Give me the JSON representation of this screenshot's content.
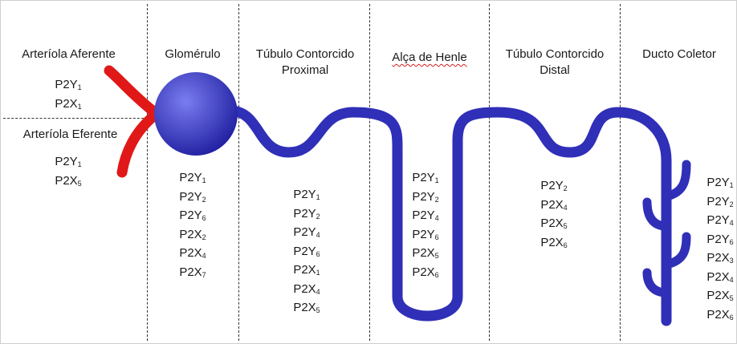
{
  "colors": {
    "tubule": "#2f2fb8",
    "glomerulus_light": "#7a7cf0",
    "glomerulus_dark": "#1f1fa0",
    "arteriole": "#e01818",
    "divider": "#333333"
  },
  "sections": [
    {
      "id": "arteriola-aferente",
      "title": "Arteríola Aferente",
      "receptors": [
        [
          "P2Y",
          "1"
        ],
        [
          "P2X",
          "1"
        ]
      ]
    },
    {
      "id": "arteriola-eferente",
      "title": "Arteríola Eferente",
      "receptors": [
        [
          "P2Y",
          "1"
        ],
        [
          "P2X",
          "5"
        ]
      ]
    },
    {
      "id": "glomerulo",
      "title": "Glomérulo",
      "receptors": [
        [
          "P2Y",
          "1"
        ],
        [
          "P2Y",
          "2"
        ],
        [
          "P2Y",
          "6"
        ],
        [
          "P2X",
          "2"
        ],
        [
          "P2X",
          "4"
        ],
        [
          "P2X",
          "7"
        ]
      ]
    },
    {
      "id": "tubulo-proximal",
      "title": "Túbulo Contorcido Proximal",
      "receptors": [
        [
          "P2Y",
          "1"
        ],
        [
          "P2Y",
          "2"
        ],
        [
          "P2Y",
          "4"
        ],
        [
          "P2Y",
          "6"
        ],
        [
          "P2X",
          "1"
        ],
        [
          "P2X",
          "4"
        ],
        [
          "P2X",
          "5"
        ]
      ]
    },
    {
      "id": "alca-henle",
      "title": "Alça de Henle",
      "receptors": [
        [
          "P2Y",
          "1"
        ],
        [
          "P2Y",
          "2"
        ],
        [
          "P2Y",
          "4"
        ],
        [
          "P2Y",
          "6"
        ],
        [
          "P2X",
          "5"
        ],
        [
          "P2X",
          "6"
        ]
      ]
    },
    {
      "id": "tubulo-distal",
      "title": "Túbulo Contorcido Distal",
      "receptors": [
        [
          "P2Y",
          "2"
        ],
        [
          "P2X",
          "4"
        ],
        [
          "P2X",
          "5"
        ],
        [
          "P2X",
          "6"
        ]
      ]
    },
    {
      "id": "ducto-coletor",
      "title": "Ducto Coletor",
      "receptors": [
        [
          "P2Y",
          "1"
        ],
        [
          "P2Y",
          "2"
        ],
        [
          "P2Y",
          "4"
        ],
        [
          "P2Y",
          "6"
        ],
        [
          "P2X",
          "3"
        ],
        [
          "P2X",
          "4"
        ],
        [
          "P2X",
          "5"
        ],
        [
          "P2X",
          "6"
        ]
      ]
    }
  ]
}
